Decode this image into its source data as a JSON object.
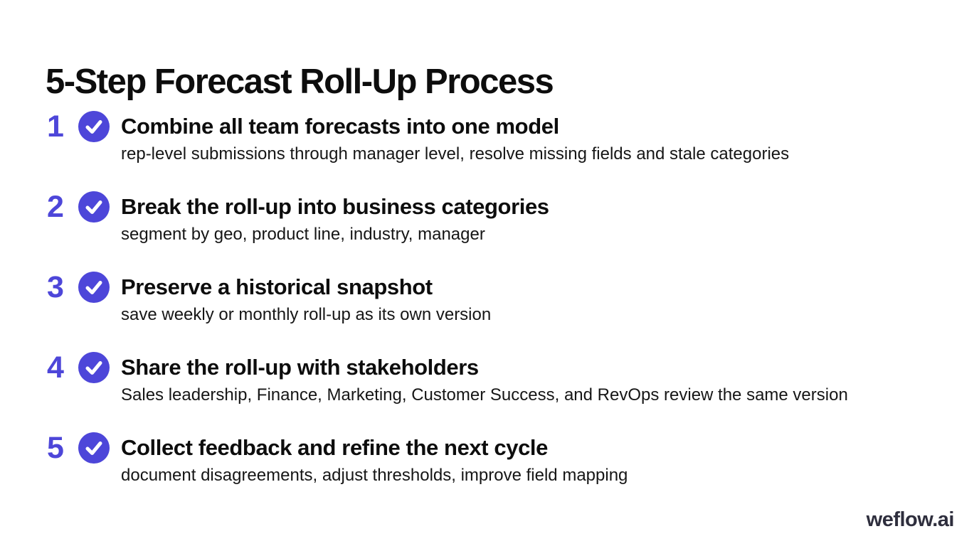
{
  "page": {
    "title": "5-Step Forecast Roll-Up Process",
    "brand": "weflow.ai"
  },
  "colors": {
    "accent": "#4D46D9",
    "title_text": "#0d0d0d",
    "body_text": "#161616",
    "brand_text": "#2E2E3D",
    "background": "#ffffff",
    "check_stroke": "#ffffff"
  },
  "icons": {
    "step_icon": "check-circle-icon"
  },
  "steps": [
    {
      "number": "1",
      "title": "Combine all team forecasts into one model",
      "description": "rep-level submissions through manager level, resolve missing fields and stale categories"
    },
    {
      "number": "2",
      "title": "Break the roll-up into business categories",
      "description": "segment by geo, product line, industry, manager"
    },
    {
      "number": "3",
      "title": "Preserve a historical snapshot",
      "description": "save weekly or monthly roll-up as its own version"
    },
    {
      "number": "4",
      "title": "Share the roll-up with stakeholders",
      "description": "Sales leadership, Finance, Marketing, Customer Success, and RevOps review the same version"
    },
    {
      "number": "5",
      "title": "Collect feedback and refine the next cycle",
      "description": "document disagreements, adjust thresholds, improve field mapping"
    }
  ]
}
